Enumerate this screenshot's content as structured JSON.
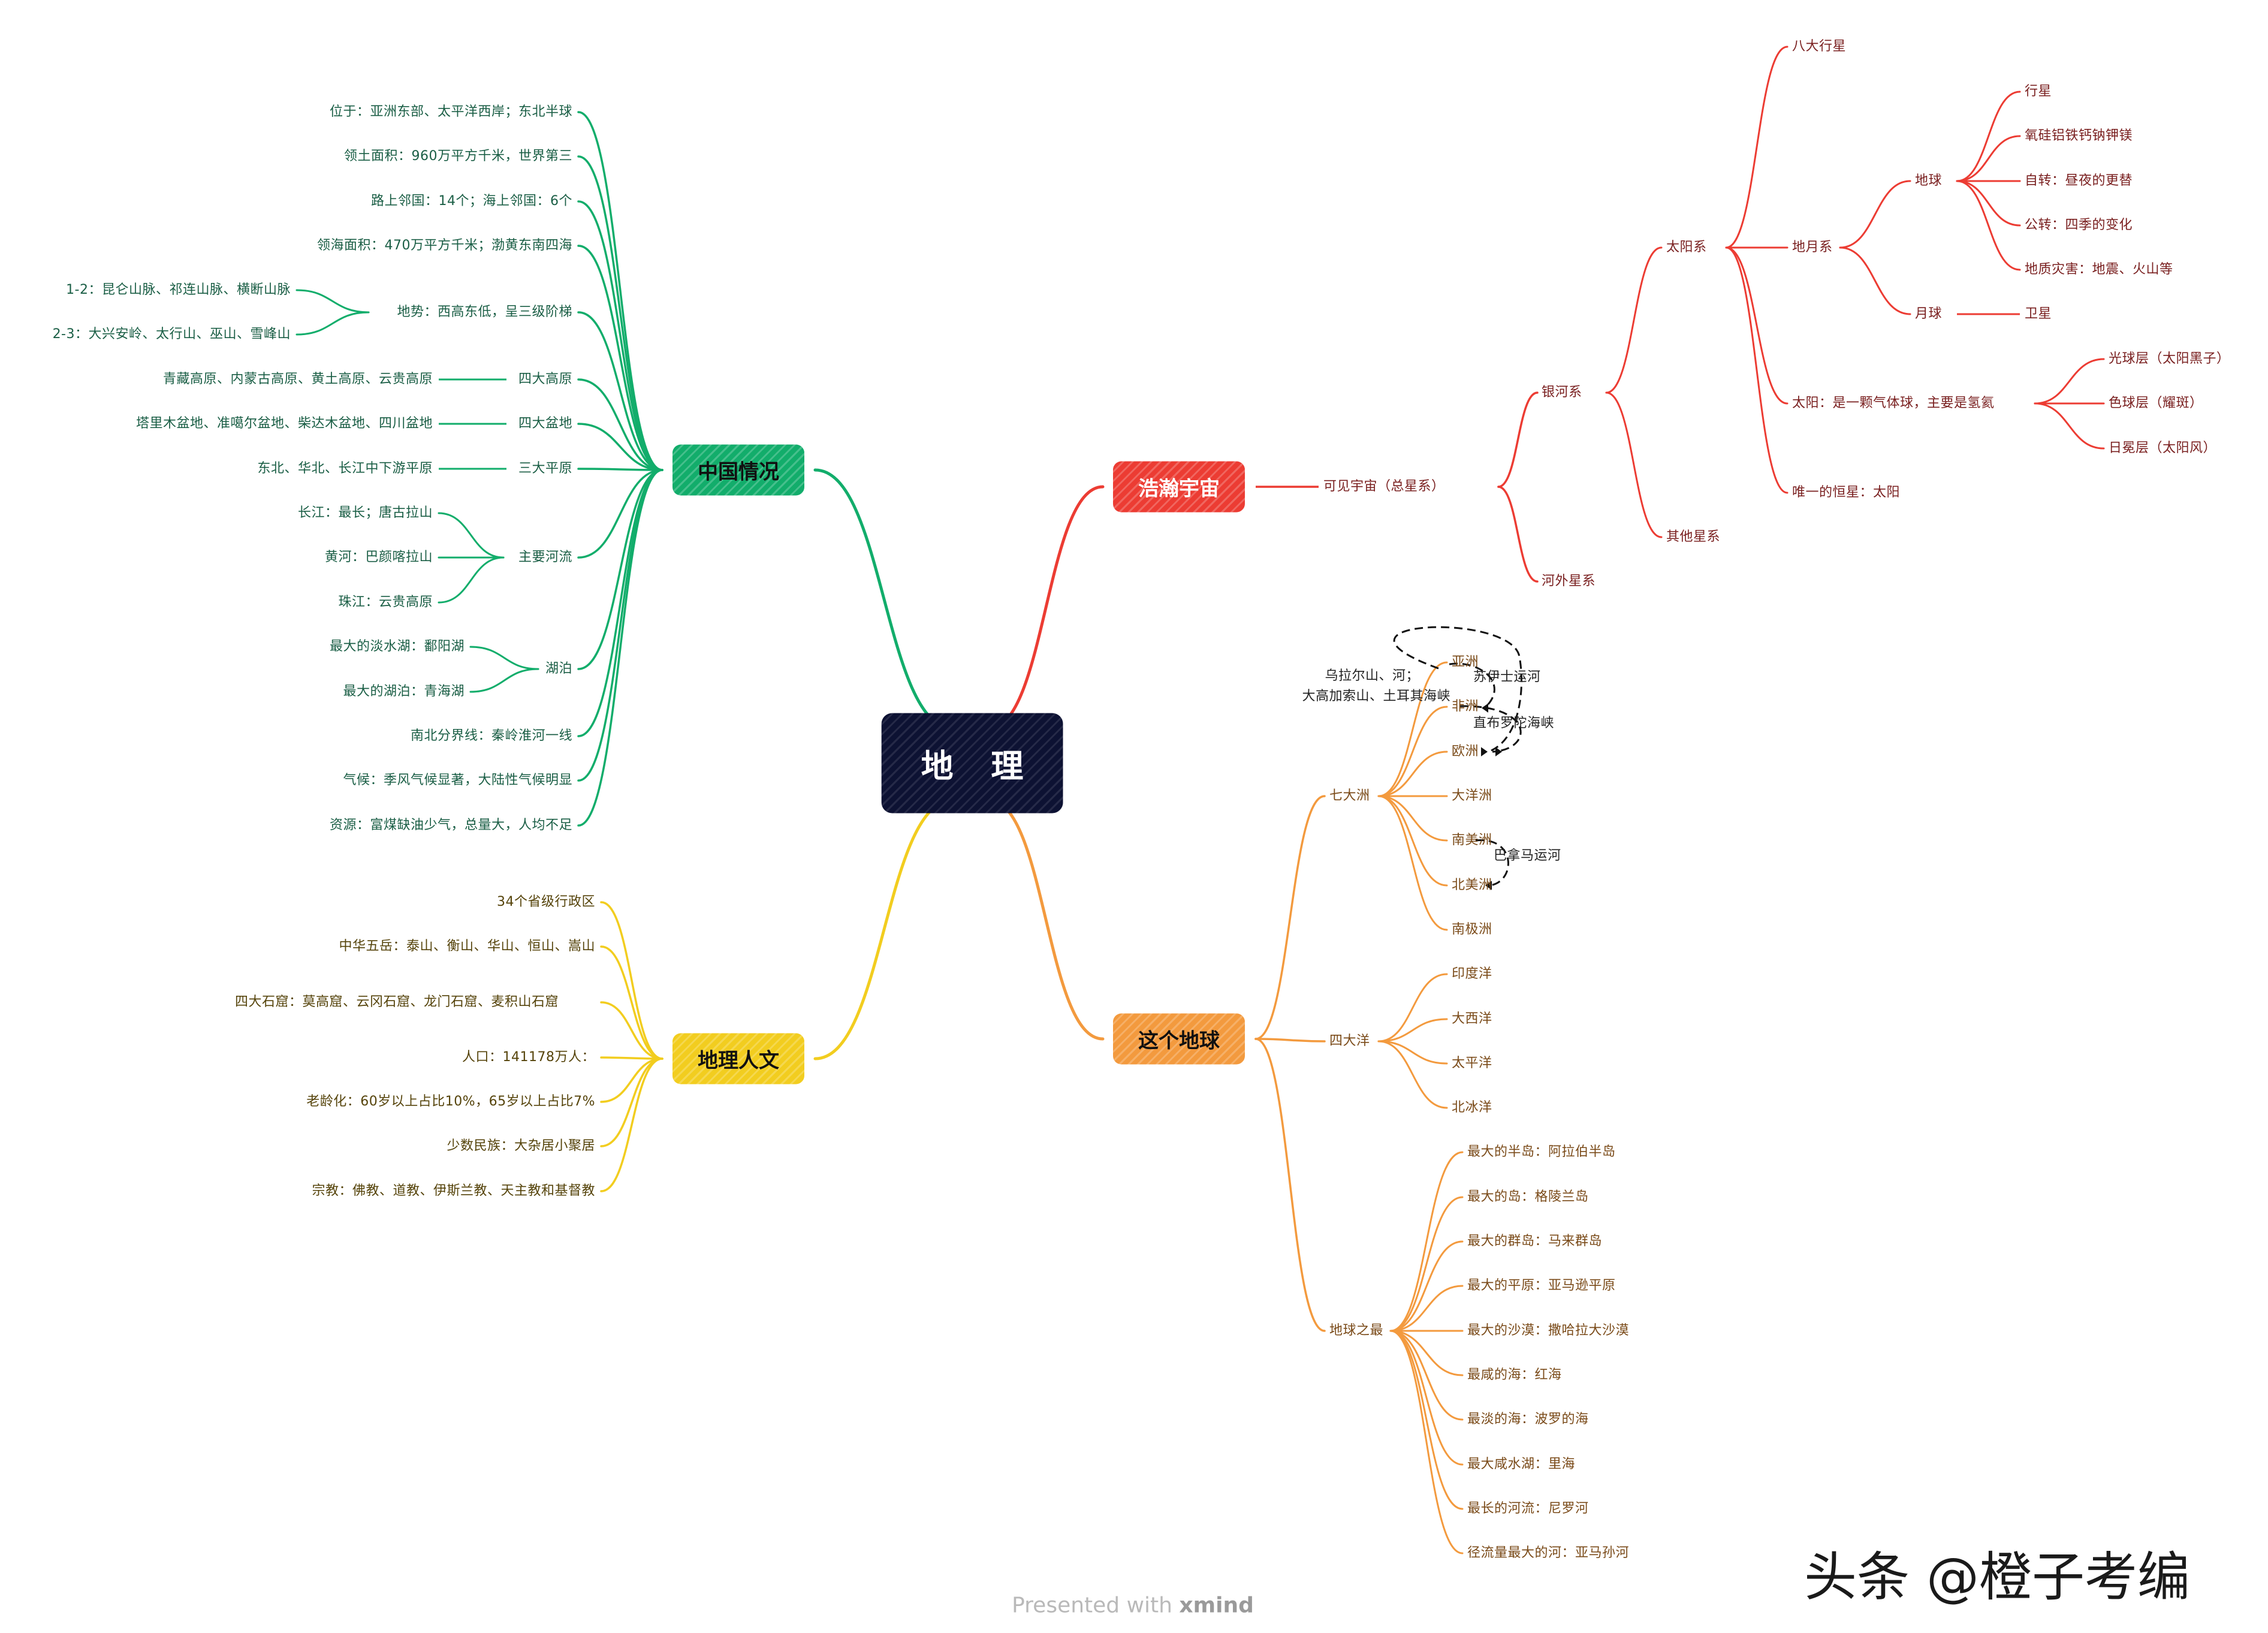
{
  "center": {
    "label": "地 理"
  },
  "branches": {
    "china": {
      "label": "中国情况",
      "items": [
        "位于：亚洲东部、太平洋西岸；东北半球",
        "领土面积：960万平方千米，世界第三",
        "路上邻国：14个；海上邻国：6个",
        "领海面积：470万平方千米；渤黄东南四海",
        "地势：西高东低，呈三级阶梯",
        "四大高原",
        "四大盆地",
        "三大平原",
        "主要河流",
        "湖泊",
        "南北分界线：秦岭淮河一线",
        "气候：季风气候显著，大陆性气候明显",
        "资源：富煤缺油少气，总量大，人均不足"
      ],
      "terrain_steps": [
        "1-2：昆仑山脉、祁连山脉、横断山脉",
        "2-3：大兴安岭、太行山、巫山、雪峰山"
      ],
      "plateaus": "青藏高原、内蒙古高原、黄土高原、云贵高原",
      "basins": "塔里木盆地、准噶尔盆地、柴达木盆地、四川盆地",
      "plains": "东北、华北、长江中下游平原",
      "rivers": [
        "长江：最长；唐古拉山",
        "黄河：巴颜喀拉山",
        "珠江：云贵高原"
      ],
      "lakes": [
        "最大的淡水湖：鄱阳湖",
        "最大的湖泊：青海湖"
      ]
    },
    "humanities": {
      "label": "地理人文",
      "items": [
        "34个省级行政区",
        "中华五岳：泰山、衡山、华山、恒山、嵩山",
        "四大石窟：莫高窟、云冈石窟、龙门石窟、麦积山石窟",
        "人口：141178万人：",
        "老龄化：60岁以上占比10%，65岁以上占比7%",
        "少数民族：大杂居小聚居",
        "宗教：佛教、道教、伊斯兰教、天主教和基督教"
      ]
    },
    "universe": {
      "label": "浩瀚宇宙",
      "visible": "可见宇宙（总星系）",
      "milky_way": "银河系",
      "extragalactic": "河外星系",
      "solar_system": "太阳系",
      "other_systems": "其他星系",
      "eight_planets": "八大行星",
      "earth_moon": "地月系",
      "only_star": "唯一的恒星：太阳",
      "earth": "地球",
      "moon": "月球",
      "earth_items": [
        "行星",
        "氧硅铝铁钙钠钾镁",
        "自转：昼夜的更替",
        "公转：四季的变化",
        "地质灾害：地震、火山等"
      ],
      "satellite": "卫星",
      "sun": "太阳：是一颗气体球，主要是氢氦",
      "sun_layers": [
        "光球层（太阳黑子）",
        "色球层（耀斑）",
        "日冕层（太阳风）"
      ]
    },
    "earth": {
      "label": "这个地球",
      "continents_label": "七大洲",
      "continents": [
        "亚洲",
        "非洲",
        "欧洲",
        "大洋洲",
        "南美洲",
        "北美洲",
        "南极洲"
      ],
      "oceans_label": "四大洋",
      "oceans": [
        "印度洋",
        "大西洋",
        "太平洋",
        "北冰洋"
      ],
      "records_label": "地球之最",
      "records": [
        "最大的半岛：阿拉伯半岛",
        "最大的岛：格陵兰岛",
        "最大的群岛：马来群岛",
        "最大的平原：亚马逊平原",
        "最大的沙漠：撒哈拉大沙漠",
        "最咸的海：红海",
        "最淡的海：波罗的海",
        "最大咸水湖：里海",
        "最长的河流：尼罗河",
        "径流量最大的河：亚马孙河"
      ],
      "notes": {
        "asia_europe_line1": "乌拉尔山、河；",
        "asia_europe_line2": "大高加索山、土耳其海峡",
        "suez": "苏伊士运河",
        "gibraltar": "直布罗陀海峡",
        "panama": "巴拿马运河"
      }
    }
  },
  "watermark": "头条 @橙子考编",
  "footer": {
    "prefix": "Presented with ",
    "brand": "xmind"
  },
  "colors": {
    "china": "#12ad6b",
    "humanities": "#f2cd1f",
    "universe": "#ec3c33",
    "earth": "#f39a3e",
    "center": "#0d1233"
  }
}
